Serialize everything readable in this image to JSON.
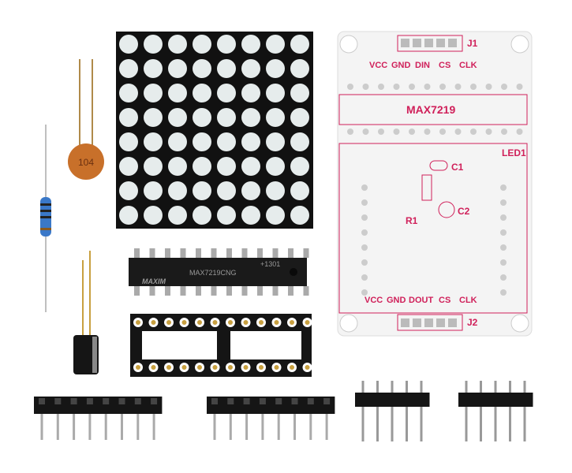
{
  "ceramic_capacitor": {
    "marking": "104"
  },
  "ic_chip": {
    "brand": "MAXIM",
    "part": "MAX7219CNG",
    "code": "+1301"
  },
  "pcb": {
    "header_top": {
      "name": "J1",
      "pins": [
        "VCC",
        "GND",
        "DIN",
        "CS",
        "CLK"
      ]
    },
    "chip_label": "MAX7219",
    "led_label": "LED1",
    "c1": "C1",
    "c2": "C2",
    "r1": "R1",
    "header_bottom": {
      "name": "J2",
      "pins": [
        "VCC",
        "GND",
        "DOUT",
        "CS",
        "CLK"
      ]
    }
  },
  "colors": {
    "pcb_red": "#d0205a",
    "cap_orange": "#c8702a",
    "resistor_blue": "#3a78c8"
  }
}
